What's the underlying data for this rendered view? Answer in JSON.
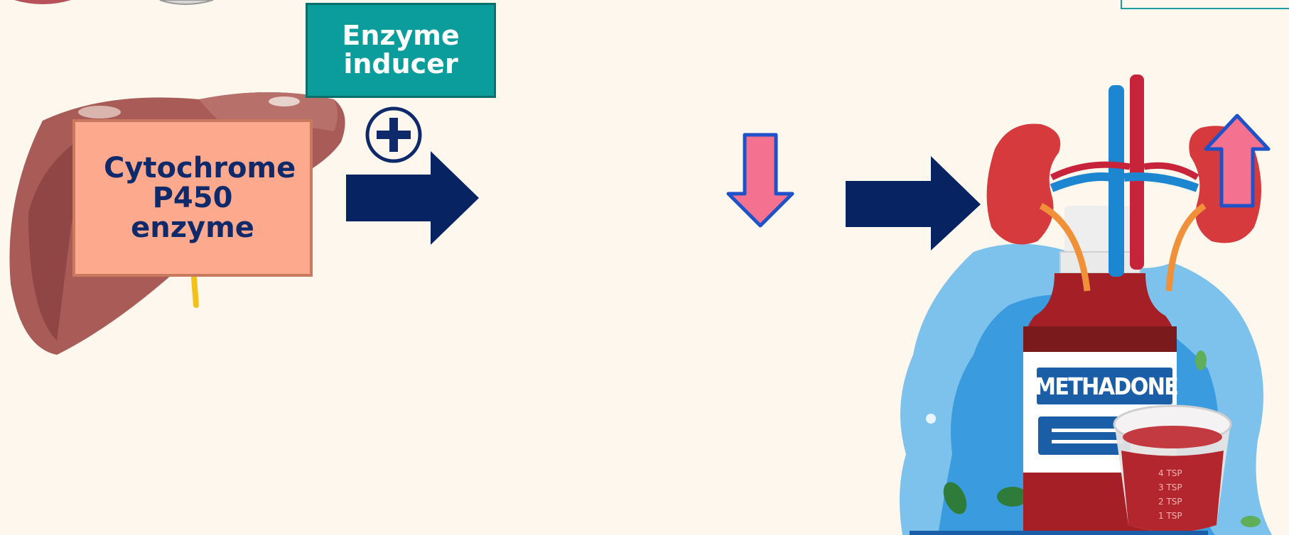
{
  "labels": {
    "enzyme_inducer": "Enzyme inducer",
    "cytochrome": "Cytochrome P450 enzyme",
    "bottle": "METHADONE",
    "cup_marks": [
      "4 TSP",
      "3 TSP",
      "2 TSP",
      "1 TSP"
    ]
  }
}
